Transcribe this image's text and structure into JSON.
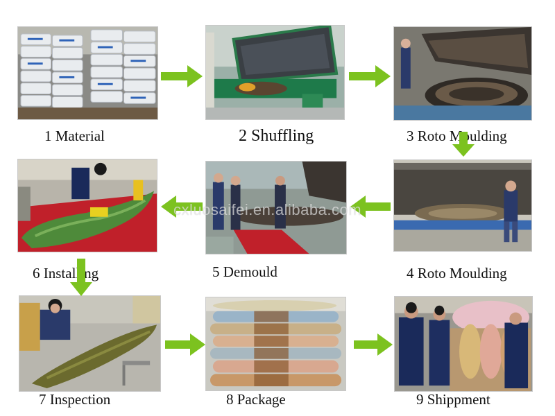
{
  "steps": [
    {
      "label": "1 Material"
    },
    {
      "label": "2 Shuffling"
    },
    {
      "label": "3 Roto Moulding"
    },
    {
      "label": "4 Roto Moulding"
    },
    {
      "label": "5 Demould"
    },
    {
      "label": "6 Installing"
    },
    {
      "label": "7 Inspection"
    },
    {
      "label": "8 Package"
    },
    {
      "label": "9 Shippment"
    }
  ],
  "watermark": "cxluosaifei.en.alibaba.com",
  "colors": {
    "arrow": "#7cc21f",
    "kayak_green": "#4e8a3a",
    "kayak_olive": "#6b6a2e",
    "floor_red": "#c0202a",
    "machine_green": "#1e7a4a"
  }
}
